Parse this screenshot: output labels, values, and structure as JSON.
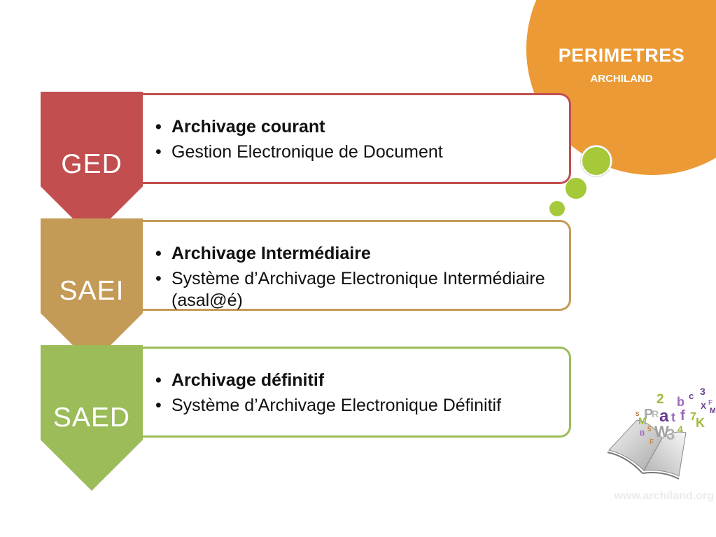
{
  "title": {
    "main": "PERIMETRES",
    "sub": "ARCHILAND"
  },
  "colors": {
    "ged": "#c24e4f",
    "saei": "#c39a56",
    "saed": "#9bbc58",
    "title_circle": "#ec9a35",
    "dots": "#a6c93a"
  },
  "levels": [
    {
      "label": "GED",
      "items": [
        {
          "text": "Archivage courant"
        },
        {
          "text": "Gestion Electronique de Document"
        }
      ]
    },
    {
      "label": "SAEI",
      "items": [
        {
          "text": "Archivage Intermédiaire"
        },
        {
          "text": "Système d’Archivage Electronique Intermédiaire (asal@é)"
        }
      ]
    },
    {
      "label": "SAED",
      "items": [
        {
          "text": "Archivage définitif"
        },
        {
          "text": "Système d’Archivage Electronique Définitif"
        }
      ]
    }
  ],
  "logo": {
    "icon": "open-book-letters-logo",
    "glyphs": [
      "2",
      "b",
      "c",
      "3",
      "P",
      "R",
      "a",
      "t",
      "f",
      "7",
      "X",
      "F",
      "M",
      "M",
      "S",
      "W",
      "3",
      "4",
      "K",
      "B",
      "F",
      "5"
    ]
  },
  "footer": {
    "url": "www.archiland.org"
  }
}
